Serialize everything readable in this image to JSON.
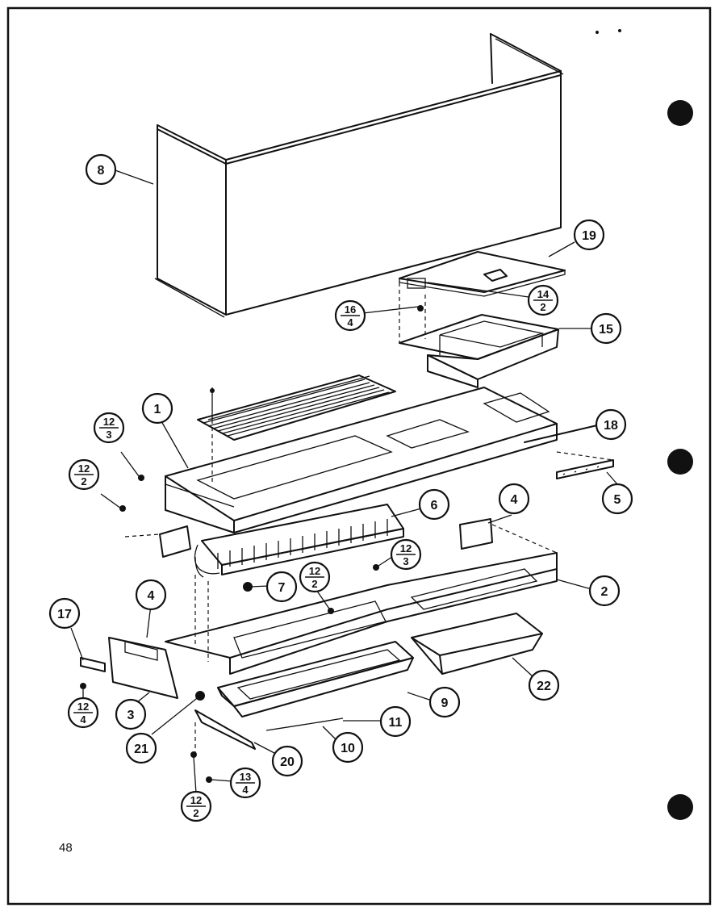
{
  "page_number": "48",
  "callouts": [
    {
      "id": "c8",
      "label": "8"
    },
    {
      "id": "c19",
      "label": "19"
    },
    {
      "id": "c14",
      "top": "14",
      "bottom": "2"
    },
    {
      "id": "c16",
      "top": "16",
      "bottom": "4"
    },
    {
      "id": "c15",
      "label": "15"
    },
    {
      "id": "c1",
      "label": "1"
    },
    {
      "id": "c18",
      "label": "18"
    },
    {
      "id": "c12a",
      "top": "12",
      "bottom": "3"
    },
    {
      "id": "c12b",
      "top": "12",
      "bottom": "2"
    },
    {
      "id": "c5",
      "label": "5"
    },
    {
      "id": "c6",
      "label": "6"
    },
    {
      "id": "c4a",
      "label": "4"
    },
    {
      "id": "c12c",
      "top": "12",
      "bottom": "3"
    },
    {
      "id": "c12d",
      "top": "12",
      "bottom": "2"
    },
    {
      "id": "c7",
      "label": "7"
    },
    {
      "id": "c4b",
      "label": "4"
    },
    {
      "id": "c2",
      "label": "2"
    },
    {
      "id": "c17",
      "label": "17"
    },
    {
      "id": "c12e",
      "top": "12",
      "bottom": "4"
    },
    {
      "id": "c3",
      "label": "3"
    },
    {
      "id": "c21",
      "label": "21"
    },
    {
      "id": "c9",
      "label": "9"
    },
    {
      "id": "c22",
      "label": "22"
    },
    {
      "id": "c11",
      "label": "11"
    },
    {
      "id": "c10",
      "label": "10"
    },
    {
      "id": "c20",
      "label": "20"
    },
    {
      "id": "c13",
      "top": "13",
      "bottom": "4"
    },
    {
      "id": "c12f",
      "top": "12",
      "bottom": "2"
    }
  ]
}
